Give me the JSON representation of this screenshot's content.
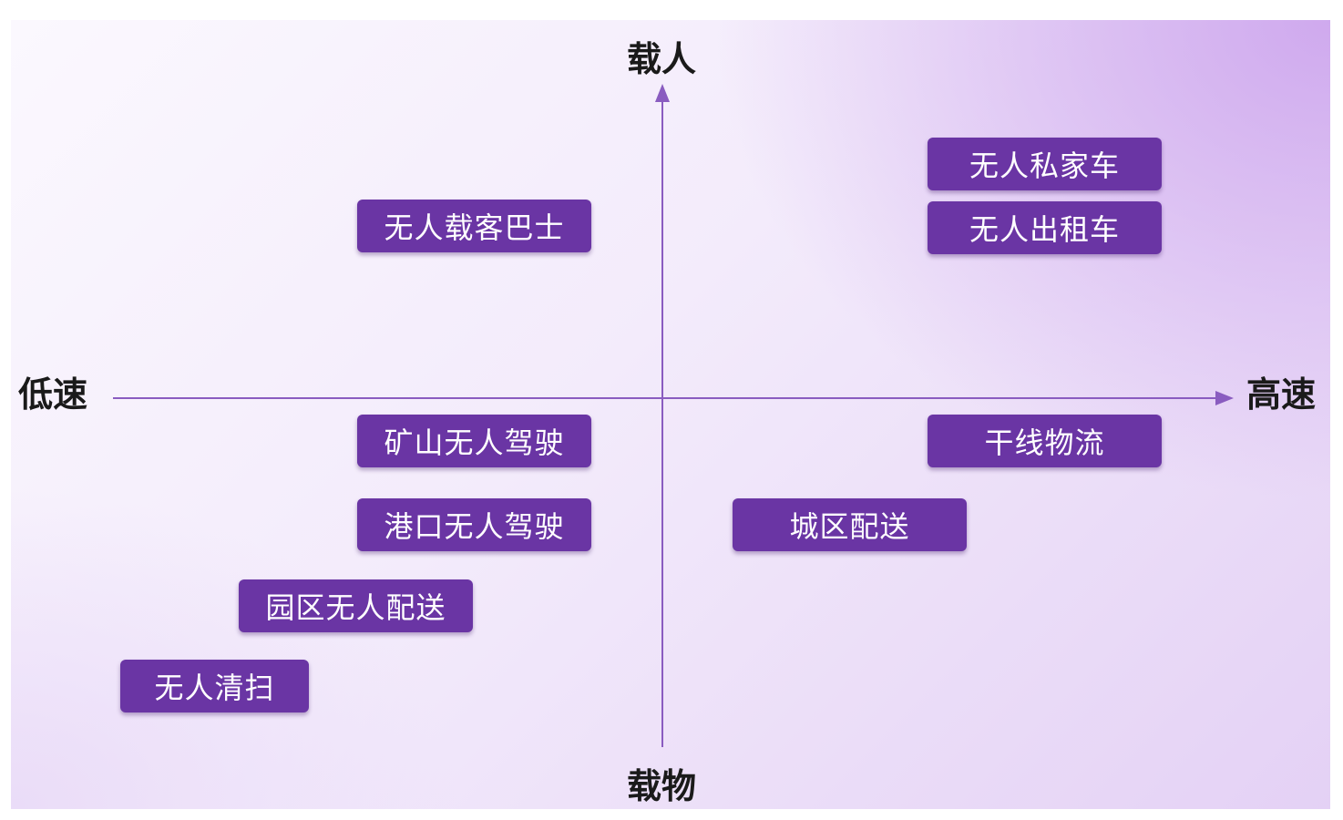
{
  "axes": {
    "top": "载人",
    "bottom": "载物",
    "left": "低速",
    "right": "高速"
  },
  "items": [
    {
      "label": "无人私家车",
      "quadrant": "high-speed-passenger"
    },
    {
      "label": "无人出租车",
      "quadrant": "high-speed-passenger"
    },
    {
      "label": "无人载客巴士",
      "quadrant": "low-speed-passenger"
    },
    {
      "label": "矿山无人驾驶",
      "quadrant": "low-speed-cargo"
    },
    {
      "label": "港口无人驾驶",
      "quadrant": "low-speed-cargo"
    },
    {
      "label": "园区无人配送",
      "quadrant": "low-speed-cargo"
    },
    {
      "label": "无人清扫",
      "quadrant": "low-speed-cargo"
    },
    {
      "label": "干线物流",
      "quadrant": "high-speed-cargo"
    },
    {
      "label": "城区配送",
      "quadrant": "high-speed-cargo"
    }
  ],
  "colors": {
    "tag_background": "#6a35a4",
    "tag_text": "#ffffff",
    "axis": "#8a5cc0"
  }
}
